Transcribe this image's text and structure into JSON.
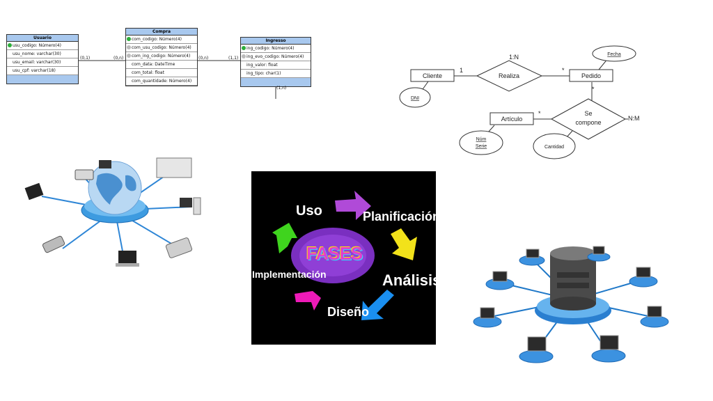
{
  "uml": {
    "usuario": {
      "title": "Usuario",
      "rows": [
        "usu_codigo: Número(4)",
        "usu_nome: varchar(30)",
        "usu_email: varchar(30)",
        "usu_cpf: varchar(18)"
      ]
    },
    "compra": {
      "title": "Compra",
      "rows": [
        "com_codigo: Número(4)",
        "com_usu_codigo: Número(4)",
        "com_ing_codigo: Número(4)",
        "com_data: DateTime",
        "com_total: float",
        "com_quantidade: Número(4)"
      ]
    },
    "ingresso": {
      "title": "Ingresso",
      "rows": [
        "ing_codigo: Número(4)",
        "ing_evo_codigo: Número(4)",
        "ing_valor: float",
        "ing_tipo: char(1)"
      ]
    },
    "cardinalities": [
      "(0,1)",
      "(0,n)",
      "(0,n)",
      "(1,1)",
      "(1,n)"
    ]
  },
  "er": {
    "entities": [
      "Cliente",
      "Pedido",
      "Artículo"
    ],
    "relationships": [
      "Realiza",
      "Se",
      "compone"
    ],
    "attributes": [
      "Fecha",
      "DNI",
      "Núm",
      "Serie",
      "Cantidad"
    ],
    "labels": [
      "1:N",
      "1",
      "*",
      "*",
      "*",
      "N:M"
    ]
  },
  "fases": {
    "center": "FASES",
    "phases": [
      "Uso",
      "Planificación",
      "Análisis",
      "Diseño",
      "Implementación"
    ],
    "colors": {
      "purple": "#b04ad8",
      "yellow": "#f2e21a",
      "blue": "#1a8ff0",
      "magenta": "#ee1ab8",
      "green": "#3fd41e"
    }
  },
  "icons": [
    "globe-network-icon",
    "database-network-icon"
  ]
}
